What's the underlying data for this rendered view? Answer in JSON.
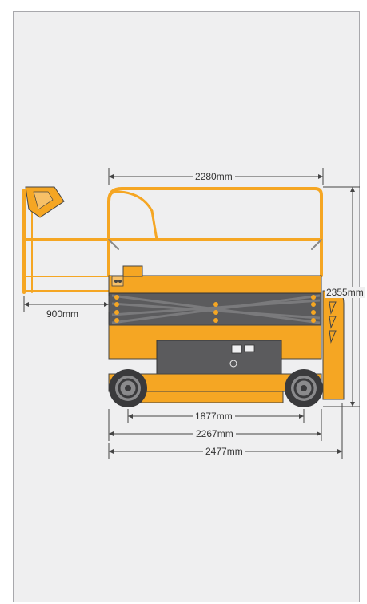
{
  "diagram": {
    "dimensions": {
      "platform_length": "2280mm",
      "extension": "900mm",
      "height": "2355mm",
      "wheelbase": "1877mm",
      "overall_length": "2267mm",
      "total_length": "2477mm"
    },
    "colors": {
      "machine_yellow": "#f5a623",
      "dark_grey": "#5b5b5d",
      "line": "#444444",
      "background": "#efeff0"
    }
  }
}
